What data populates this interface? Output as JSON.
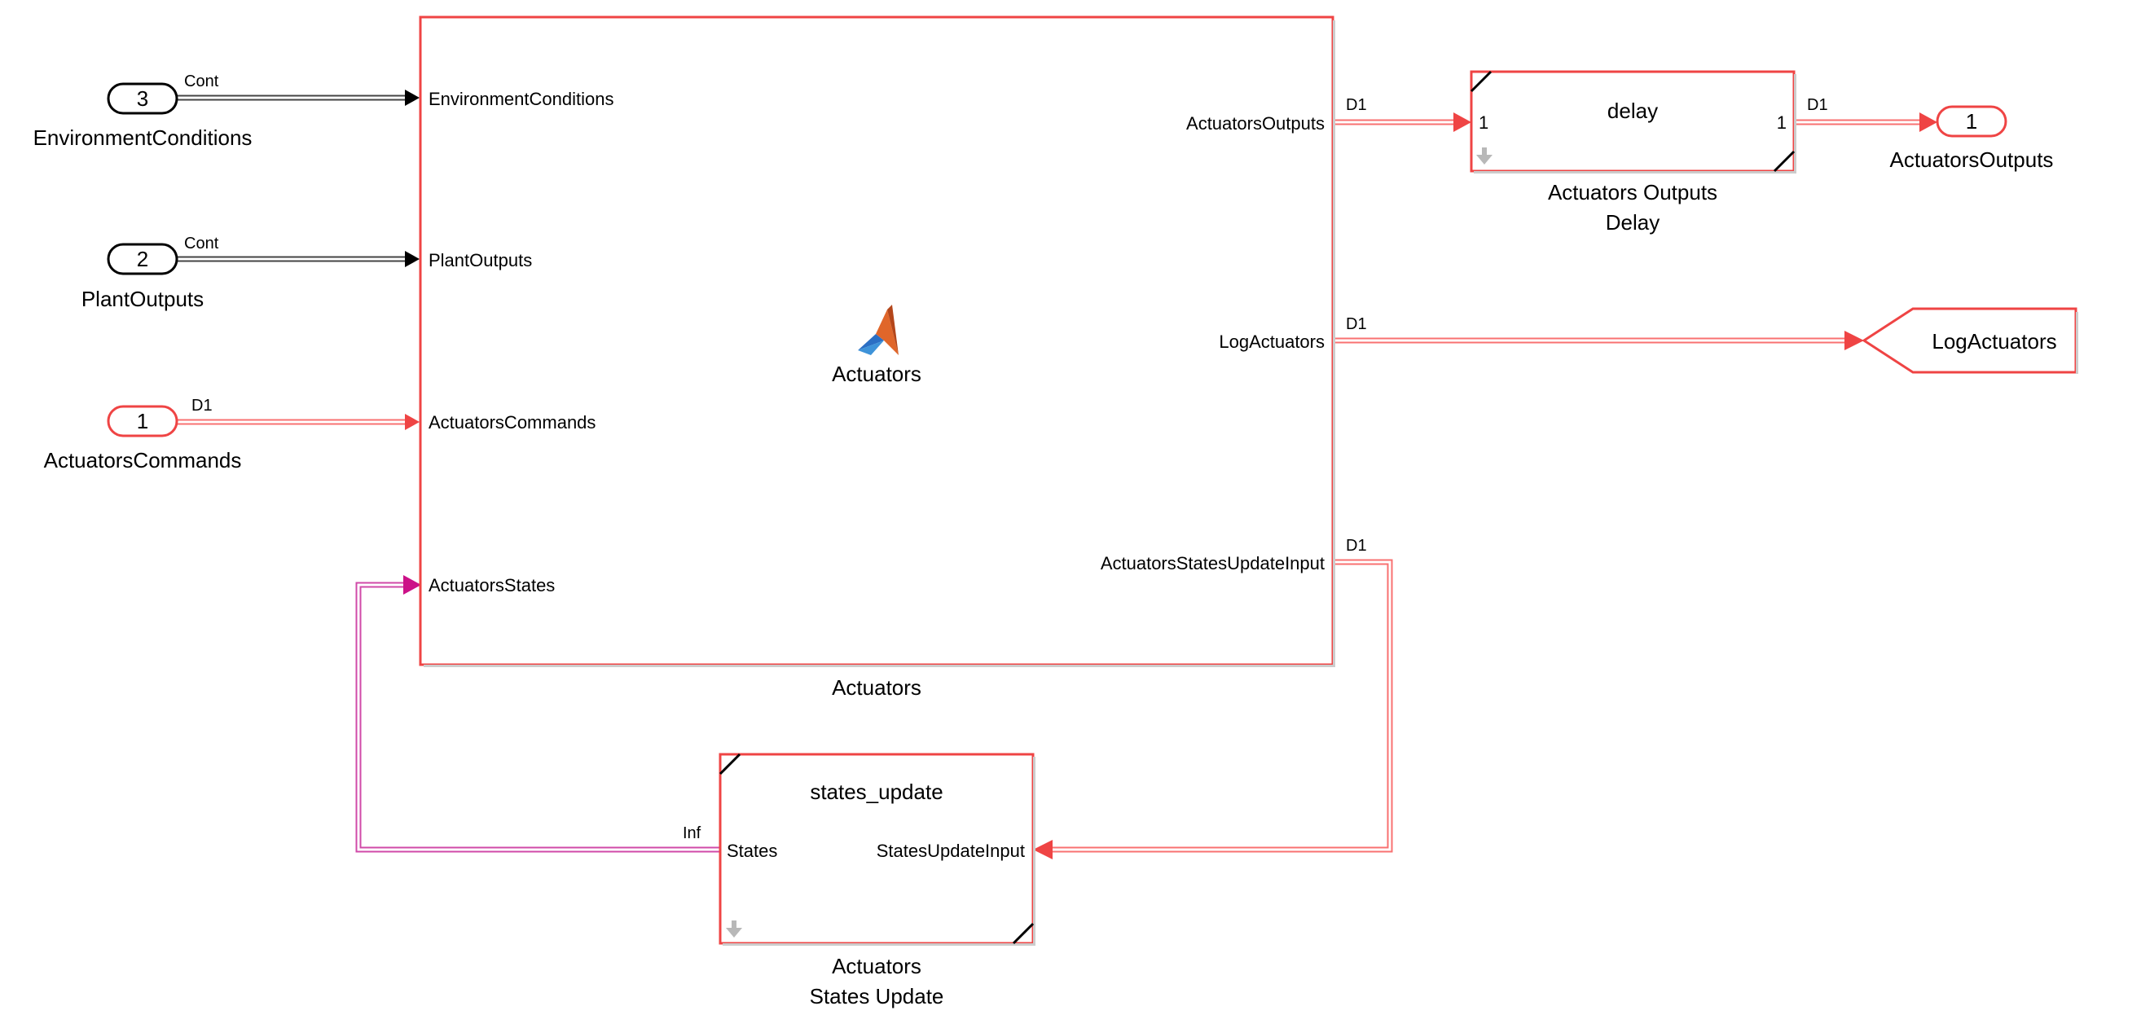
{
  "inports": [
    {
      "number": "3",
      "name": "EnvironmentConditions"
    },
    {
      "number": "2",
      "name": "PlantOutputs"
    },
    {
      "number": "1",
      "name": "ActuatorsCommands"
    }
  ],
  "outport": {
    "number": "1",
    "name": "ActuatorsOutputs"
  },
  "main_block": {
    "title": "Actuators",
    "caption": "Actuators",
    "inputs": [
      "EnvironmentConditions",
      "PlantOutputs",
      "ActuatorsCommands",
      "ActuatorsStates"
    ],
    "outputs": [
      "ActuatorsOutputs",
      "LogActuators",
      "ActuatorsStatesUpdateInput"
    ]
  },
  "delay_block": {
    "title": "delay",
    "in_port": "1",
    "out_port": "1",
    "caption_line1": "Actuators Outputs",
    "caption_line2": "Delay"
  },
  "states_block": {
    "title": "states_update",
    "left_port": "States",
    "right_port": "StatesUpdateInput",
    "caption_line1": "Actuators",
    "caption_line2": "States Update"
  },
  "goto_tag": "LogActuators",
  "signal_labels": {
    "env": "Cont",
    "plant": "Cont",
    "cmd": "D1",
    "outputs": "D1",
    "delay_out": "D1",
    "log": "D1",
    "update": "D1",
    "states": "Inf"
  },
  "colors": {
    "block_border": "#ef4444",
    "discrete_signal": "#f87171",
    "continuous_signal": "#555555",
    "inf_signal": "#cc44aa",
    "arrow_black": "#000000",
    "arrow_red": "#ef4444",
    "arrow_magenta": "#cc1188"
  }
}
